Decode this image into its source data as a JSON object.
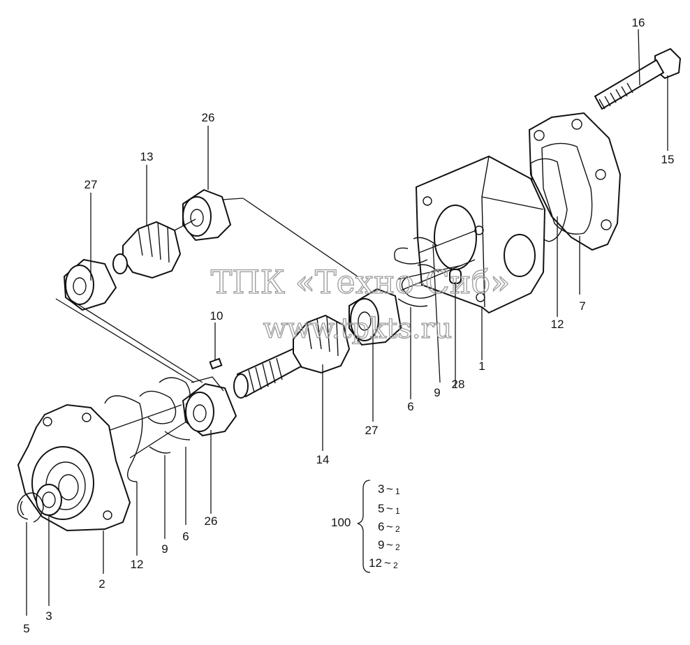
{
  "diagram": {
    "callouts": [
      {
        "id": "c16",
        "text": "16"
      },
      {
        "id": "c15",
        "text": "15"
      },
      {
        "id": "c26a",
        "text": "26"
      },
      {
        "id": "c13",
        "text": "13"
      },
      {
        "id": "c27a",
        "text": "27"
      },
      {
        "id": "c10",
        "text": "10"
      },
      {
        "id": "c12a",
        "text": "12"
      },
      {
        "id": "c7",
        "text": "7"
      },
      {
        "id": "c1",
        "text": "1"
      },
      {
        "id": "c28",
        "text": "28"
      },
      {
        "id": "c9a",
        "text": "9"
      },
      {
        "id": "c6a",
        "text": "6"
      },
      {
        "id": "c27b",
        "text": "27"
      },
      {
        "id": "c14",
        "text": "14"
      },
      {
        "id": "c26b",
        "text": "26"
      },
      {
        "id": "c6b",
        "text": "6"
      },
      {
        "id": "c9b",
        "text": "9"
      },
      {
        "id": "c12b",
        "text": "12"
      },
      {
        "id": "c2",
        "text": "2"
      },
      {
        "id": "c3",
        "text": "3"
      },
      {
        "id": "c5",
        "text": "5"
      }
    ],
    "kit": {
      "number": "100",
      "items": [
        {
          "part": "3",
          "sep": "~",
          "qty": "1"
        },
        {
          "part": "5",
          "sep": "~",
          "qty": "1"
        },
        {
          "part": "6",
          "sep": "~",
          "qty": "2"
        },
        {
          "part": "9",
          "sep": "~",
          "qty": "2"
        },
        {
          "part": "12",
          "sep": "~",
          "qty": "2"
        }
      ]
    },
    "watermark": {
      "line1": "ТПК «Техно-Сиб»",
      "line2": "www.tpkts.ru"
    }
  }
}
